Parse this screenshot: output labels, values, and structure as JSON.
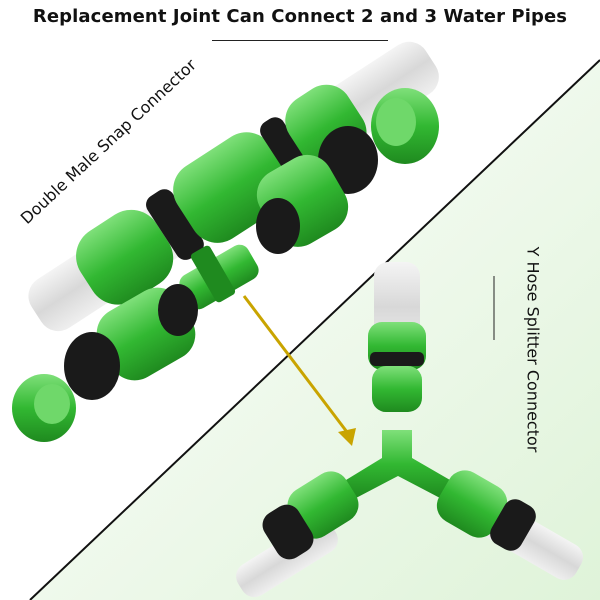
{
  "title": "Replacement Joint Can Connect 2 and 3 Water Pipes",
  "labels": {
    "double": "Double Male Snap Connector",
    "y": "Y Hose Splitter Connector"
  },
  "colors": {
    "green": "#3ec43e",
    "green_dark": "#1f8a1f",
    "black": "#1a1a1a",
    "arrow": "#c9a400",
    "bg_right": "#eaf7e6"
  }
}
